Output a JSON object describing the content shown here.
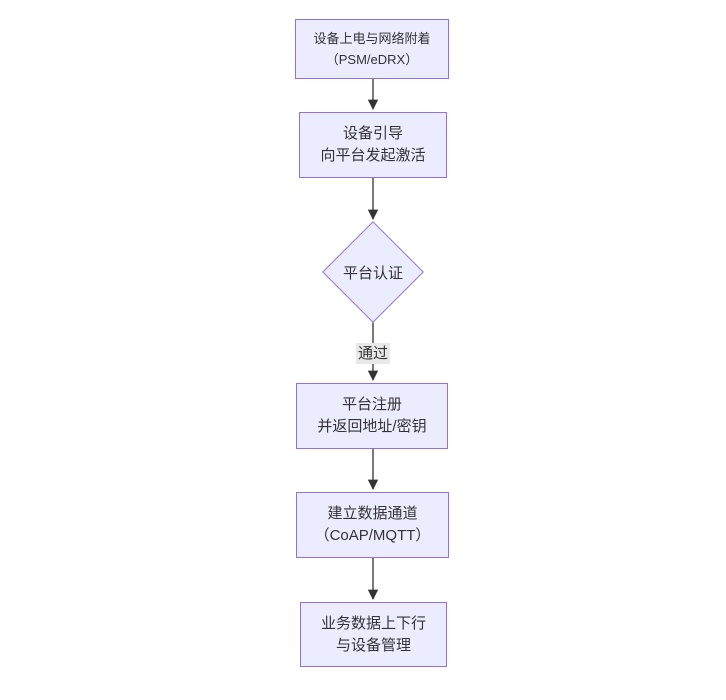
{
  "diagram": {
    "type": "flowchart-top-down",
    "colors": {
      "canvas_bg": "#ffffff",
      "node_fill": "#ECECFF",
      "node_border": "#9370DB",
      "text_color": "#333333",
      "arrow_color": "#333333",
      "edge_label_bg": "#e8e8e8"
    },
    "nodes": {
      "attach": {
        "line1": "设备上电与网络附着",
        "line2": "（PSM/eDRX）"
      },
      "bootstrap": {
        "line1": "设备引导",
        "line2": "向平台发起激活"
      },
      "auth": {
        "label": "平台认证"
      },
      "register": {
        "line1": "平台注册",
        "line2": "并返回地址/密钥"
      },
      "channel": {
        "line1": "建立数据通道",
        "line2": "（CoAP/MQTT）"
      },
      "service": {
        "line1": "业务数据上下行",
        "line2": "与设备管理"
      }
    },
    "edges": [
      {
        "from": "attach",
        "to": "bootstrap",
        "label": ""
      },
      {
        "from": "bootstrap",
        "to": "auth",
        "label": ""
      },
      {
        "from": "auth",
        "to": "register",
        "label": "通过"
      },
      {
        "from": "register",
        "to": "channel",
        "label": ""
      },
      {
        "from": "channel",
        "to": "service",
        "label": ""
      }
    ],
    "edge_label": "通过"
  }
}
